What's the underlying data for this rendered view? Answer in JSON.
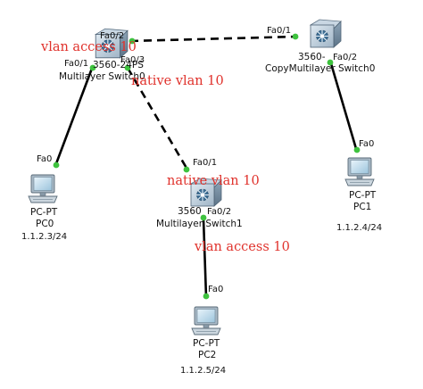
{
  "colors": {
    "link_solid": "#000000",
    "link_dashed": "#000000",
    "port_up": "#3ec23e",
    "annotation": "#e0322c"
  },
  "devices": {
    "mls0": {
      "model": "3560-24PS",
      "name": "Multilayer Switch0",
      "icon": "multilayer-switch-icon"
    },
    "copy_mls0": {
      "model": "3560-",
      "name": "CopyMultilayer Switch0",
      "icon": "multilayer-switch-icon"
    },
    "mls1": {
      "model": "3560",
      "name": "Multilayer Switch1",
      "icon": "multilayer-switch-icon"
    },
    "pc0": {
      "type": "PC-PT",
      "name": "PC0",
      "ip": "1.1.2.3/24",
      "icon": "pc-icon"
    },
    "pc1": {
      "type": "PC-PT",
      "name": "PC1",
      "ip": "1.1.2.4/24",
      "icon": "pc-icon"
    },
    "pc2": {
      "type": "PC-PT",
      "name": "PC2",
      "ip": "1.1.2.5/24",
      "icon": "pc-icon"
    }
  },
  "ports": {
    "mls0_fa02": "Fa0/2",
    "mls0_fa01": "Fa0/1",
    "mls0_fa03": "Fa0/3",
    "copy_fa01": "Fa0/1",
    "copy_fa02": "Fa0/2",
    "mls1_fa01": "Fa0/1",
    "mls1_fa02": "Fa0/2",
    "pc0_fa0": "Fa0",
    "pc1_fa0": "Fa0",
    "pc2_fa0": "Fa0"
  },
  "annotations": {
    "vlan_access_top": "vlan access 10",
    "native_vlan_top": "native vlan 10",
    "native_vlan_mid": "native vlan 10",
    "vlan_access_bottom": "vlan access 10"
  },
  "links": [
    {
      "from": "Multilayer Switch0 Fa0/2",
      "to": "CopyMultilayer Switch0 Fa0/1",
      "style": "dashed"
    },
    {
      "from": "Multilayer Switch0 Fa0/1",
      "to": "PC0 Fa0",
      "style": "solid"
    },
    {
      "from": "Multilayer Switch0 Fa0/3",
      "to": "Multilayer Switch1 Fa0/1",
      "style": "dashed"
    },
    {
      "from": "Multilayer Switch1 Fa0/2",
      "to": "PC2 Fa0",
      "style": "solid"
    },
    {
      "from": "CopyMultilayer Switch0 Fa0/2",
      "to": "PC1 Fa0",
      "style": "solid"
    }
  ]
}
